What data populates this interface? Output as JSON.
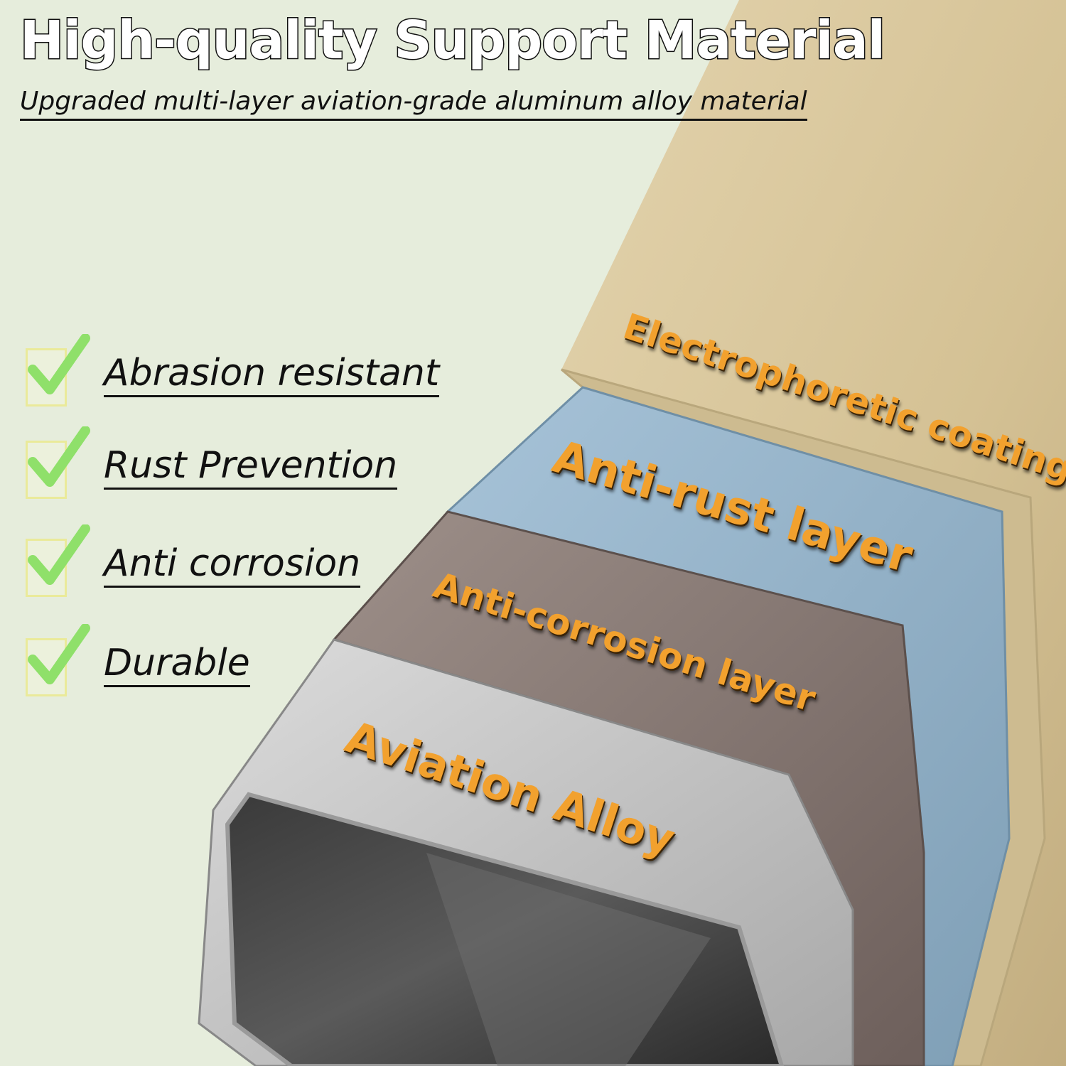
{
  "header": {
    "title": "High-quality Support Material",
    "subtitle": "Upgraded multi-layer aviation-grade aluminum alloy material"
  },
  "features": [
    {
      "label": "Abrasion resistant",
      "icon": "checkmark-icon"
    },
    {
      "label": "Rust Prevention",
      "icon": "checkmark-icon"
    },
    {
      "label": "Anti corrosion",
      "icon": "checkmark-icon"
    },
    {
      "label": "Durable",
      "icon": "checkmark-icon"
    }
  ],
  "layers": {
    "coating": "Electrophoretic coating",
    "anti_rust": "Anti-rust layer",
    "anti_corrosion": "Anti-corrosion layer",
    "alloy": "Aviation Alloy"
  },
  "colors": {
    "background": "#e6eddc",
    "label_orange": "#f2a12e",
    "check_green": "#8fe06a",
    "coating_gold": "#d8c49c",
    "anti_rust_blue": "#9ab6cc",
    "anti_corrosion_brown": "#8c7d78",
    "alloy_silver": "#c9c9c9"
  }
}
